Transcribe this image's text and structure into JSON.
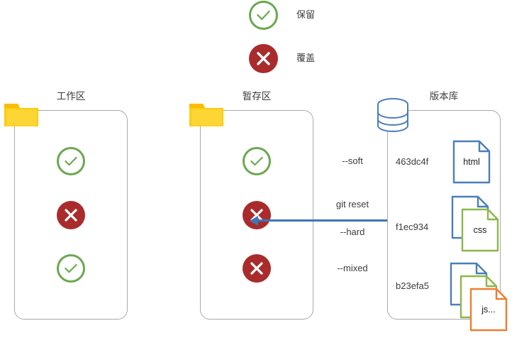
{
  "legend": [
    {
      "icon": "green-check-icon",
      "label": "保留"
    },
    {
      "icon": "red-x-icon",
      "label": "覆盖"
    }
  ],
  "columns": [
    {
      "id": "working-directory",
      "title": "工作区",
      "icon": "folder-icon",
      "states": [
        "green-check-icon",
        "red-x-icon",
        "green-check-icon"
      ]
    },
    {
      "id": "staging-area",
      "title": "暂存区",
      "icon": "folder-icon",
      "states": [
        "green-check-icon",
        "red-x-icon",
        "red-x-icon"
      ]
    },
    {
      "id": "repository",
      "title": "版本库",
      "icon": "database-icon"
    }
  ],
  "commits": [
    {
      "hash": "463dc4f",
      "files": [
        {
          "label": "html",
          "color": "#4a7ebb"
        }
      ]
    },
    {
      "hash": "f1ec934",
      "files": [
        {
          "label": "",
          "color": "#4a7ebb"
        },
        {
          "label": "css",
          "color": "#8bb84a"
        }
      ]
    },
    {
      "hash": "b23efa5",
      "files": [
        {
          "label": "",
          "color": "#4a7ebb"
        },
        {
          "label": "",
          "color": "#8bb84a"
        },
        {
          "label": "js...",
          "color": "#ed7d31"
        }
      ]
    }
  ],
  "reset": {
    "command": "git reset",
    "options": [
      "--soft",
      "--hard",
      "--mixed"
    ],
    "arrow_color": "#3e76ba",
    "direction": "left"
  },
  "colors": {
    "green": "#6aa84f",
    "red": "#aa2b2b",
    "blue": "#4a7ebb",
    "orange": "#ed7d31",
    "yellow": "#fcc800",
    "box_border": "#a9a9a9"
  }
}
